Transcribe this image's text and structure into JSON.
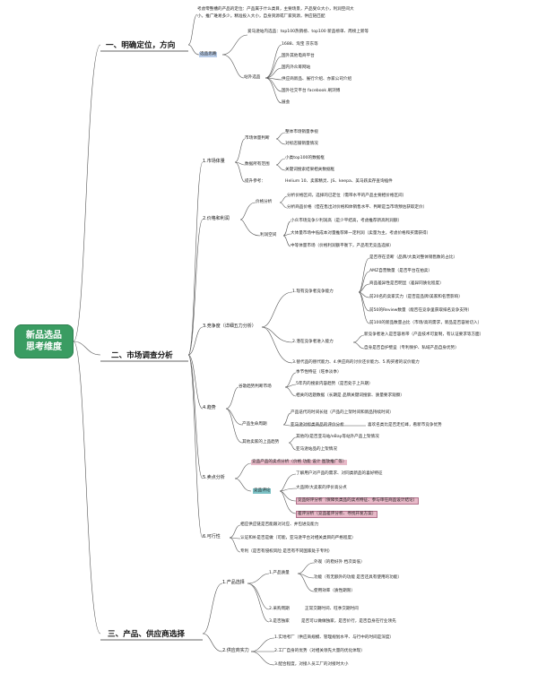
{
  "root": {
    "line1": "新品选品",
    "line2": "思考维度"
  },
  "s1": {
    "title": "一、明确定位，方向",
    "note1": "考虑零整槽的产品的定位：产品属于什么类目，主要场景，产品受众大小，利润空间大",
    "note2": "小，推广难易多少。精准投入大小，自身资源或厂家资源，供应链匹配",
    "xuanpin_label": "选品思路",
    "a_hot": "爱马逊站内选品：top100热销榜、top100 新品榜单、周榜上新等",
    "zhanwai_label": "站外选品",
    "zw": [
      "1688、淘宝 京东等",
      "国外其他电商平台",
      "国内外众筹网站",
      "供应商新品、展行介绍、亦家公司介绍",
      "国外社交平台 facebook 刷浏博",
      "展会"
    ]
  },
  "s2": {
    "title": "二、市场调查分析",
    "c1": {
      "label": "1.市场体量",
      "k1": "市场体量判断",
      "k1s": [
        "整体市场销量季视",
        "对标店铺销量情况"
      ],
      "k2": "数据所有范围",
      "k2s": [
        "小类top100的数据框",
        "关键词搜索结果相关数据框"
      ],
      "k3": "提升参考：",
      "k3v": "Helium 10、卖家精灵、JS、keepa、美马跃卖存查询插件"
    },
    "c2": {
      "label": "2.价格和利润",
      "k1": "价格分析",
      "k1s": [
        "分析价格区间，选择的已定位（需带水平的产品主要相价格区间）",
        "分析商品价格（但在售出对价格和体销售水平、判断是当市场预估获取定价）"
      ],
      "k2": "利润空间",
      "k2s": [
        "小众市场竞争少利润高（是少平结高，考虑推荐新高利润额）",
        "大体量市场中低成本对量推荐降一定利润（卖量为主，考虑价格和买需获得）",
        "中等体量市场（价格利润额平衡下，产品有无竞品选择）"
      ]
    },
    "c3": {
      "label": "3.竞争度（详细五力分析）",
      "m1": "1.现有竞争者竞争能力",
      "m1s": [
        "是否存在垄断（品牌/大类对整体销售数的占比）",
        "AMZ自营数量（是否平台在拍卖）",
        "商品差异性是否明显（差异同质化程度）",
        "前20名的卖家实力（是否是品牌/美家和名营影响）",
        "前50的Review数量（能否在竞争里获取排名竞争支持）",
        "前100的新品数量占比（市场/高的需求，新品是否容易切入）"
      ],
      "m2": "2.潜在竞争者进入能力",
      "m2s": [
        "新竞争者进入是否容易带（产品技术可复制，有认证要求等方面）",
        "自身是否自护壁垒（专利保护、私域产品自身优势）"
      ],
      "m3": "3.替代品的替代能力、4.供应商的讨价还价能力、5.购买者的议价能力"
    },
    "c4": {
      "label": "4.趋势",
      "k1": "谷歌趋势判断市场",
      "k1s": [
        "季节性特征（旺季淡季）",
        "5年内的搜索内容趋势（是否处于上升期）",
        "相关的话题数据（长期是 品牌关键词搜索、质量要求观察）"
      ],
      "k2": "产品生命周期",
      "k2s": [
        "产品迭代的时间长短（产品的上架时间和新品持续时间）",
        "亚马逊对标类商品的评价分析"
      ],
      "k2x": "喜欢名类比是否走红峰，看新市竞争优势",
      "k3": "其他卖家的上品趋势",
      "k3s": [
        "其他的/是否亚马站/eBay等站外产品上架情况",
        "亚马逊站品的上架情况"
      ]
    },
    "c5": {
      "label": "5.卖点分析",
      "top": "竞品产品的卖点分析（价格 功能 设计 图放推广等）",
      "feed": "竞品评论",
      "fs": [
        "了解用户对产品的需求、对同类新品的喜好特征",
        "大品牌/大卖家的评价高分点",
        "竞品好评分析（保障负类品的卖点特征、参与审在商品设计结论）",
        "差评分析（竞品差评分析、寻找开发方案）"
      ]
    },
    "c6": {
      "label": "6.可行性",
      "items": [
        "相应供应链是否能跟对对应、并包进竞能力",
        "认证和补是否是做（可能，亚马逊平台对相关类目的严格程度）",
        "专利（是否有侵权风险 是否有不同国家处于专利）"
      ]
    }
  },
  "s3": {
    "title": "三、产品、供应商选择",
    "c1": {
      "label": "1.产品选择",
      "a": "1.产品质量",
      "as": [
        "外观（的稳好外 档次高低）",
        "功能（有无额外的功能 是否还具有使用的功能）",
        "使用效率（质性期限）"
      ],
      "b": "2.采购周期",
      "bv": "正常交期时间、旺季交期时间",
      "c": "3.是否独家",
      "cv": "是否可以做做独家，是否价行，是否自身在行业领先"
    },
    "c2": {
      "label": "2.供应商实力",
      "items": [
        "1.实地考厂（供应商规模、管理规划水平、与行中的时间是深度）",
        "2.工厂自身的优势（对相关领先大量的优化体现）",
        "3.配合程度，对接人员工厂的对接时大小"
      ]
    }
  }
}
